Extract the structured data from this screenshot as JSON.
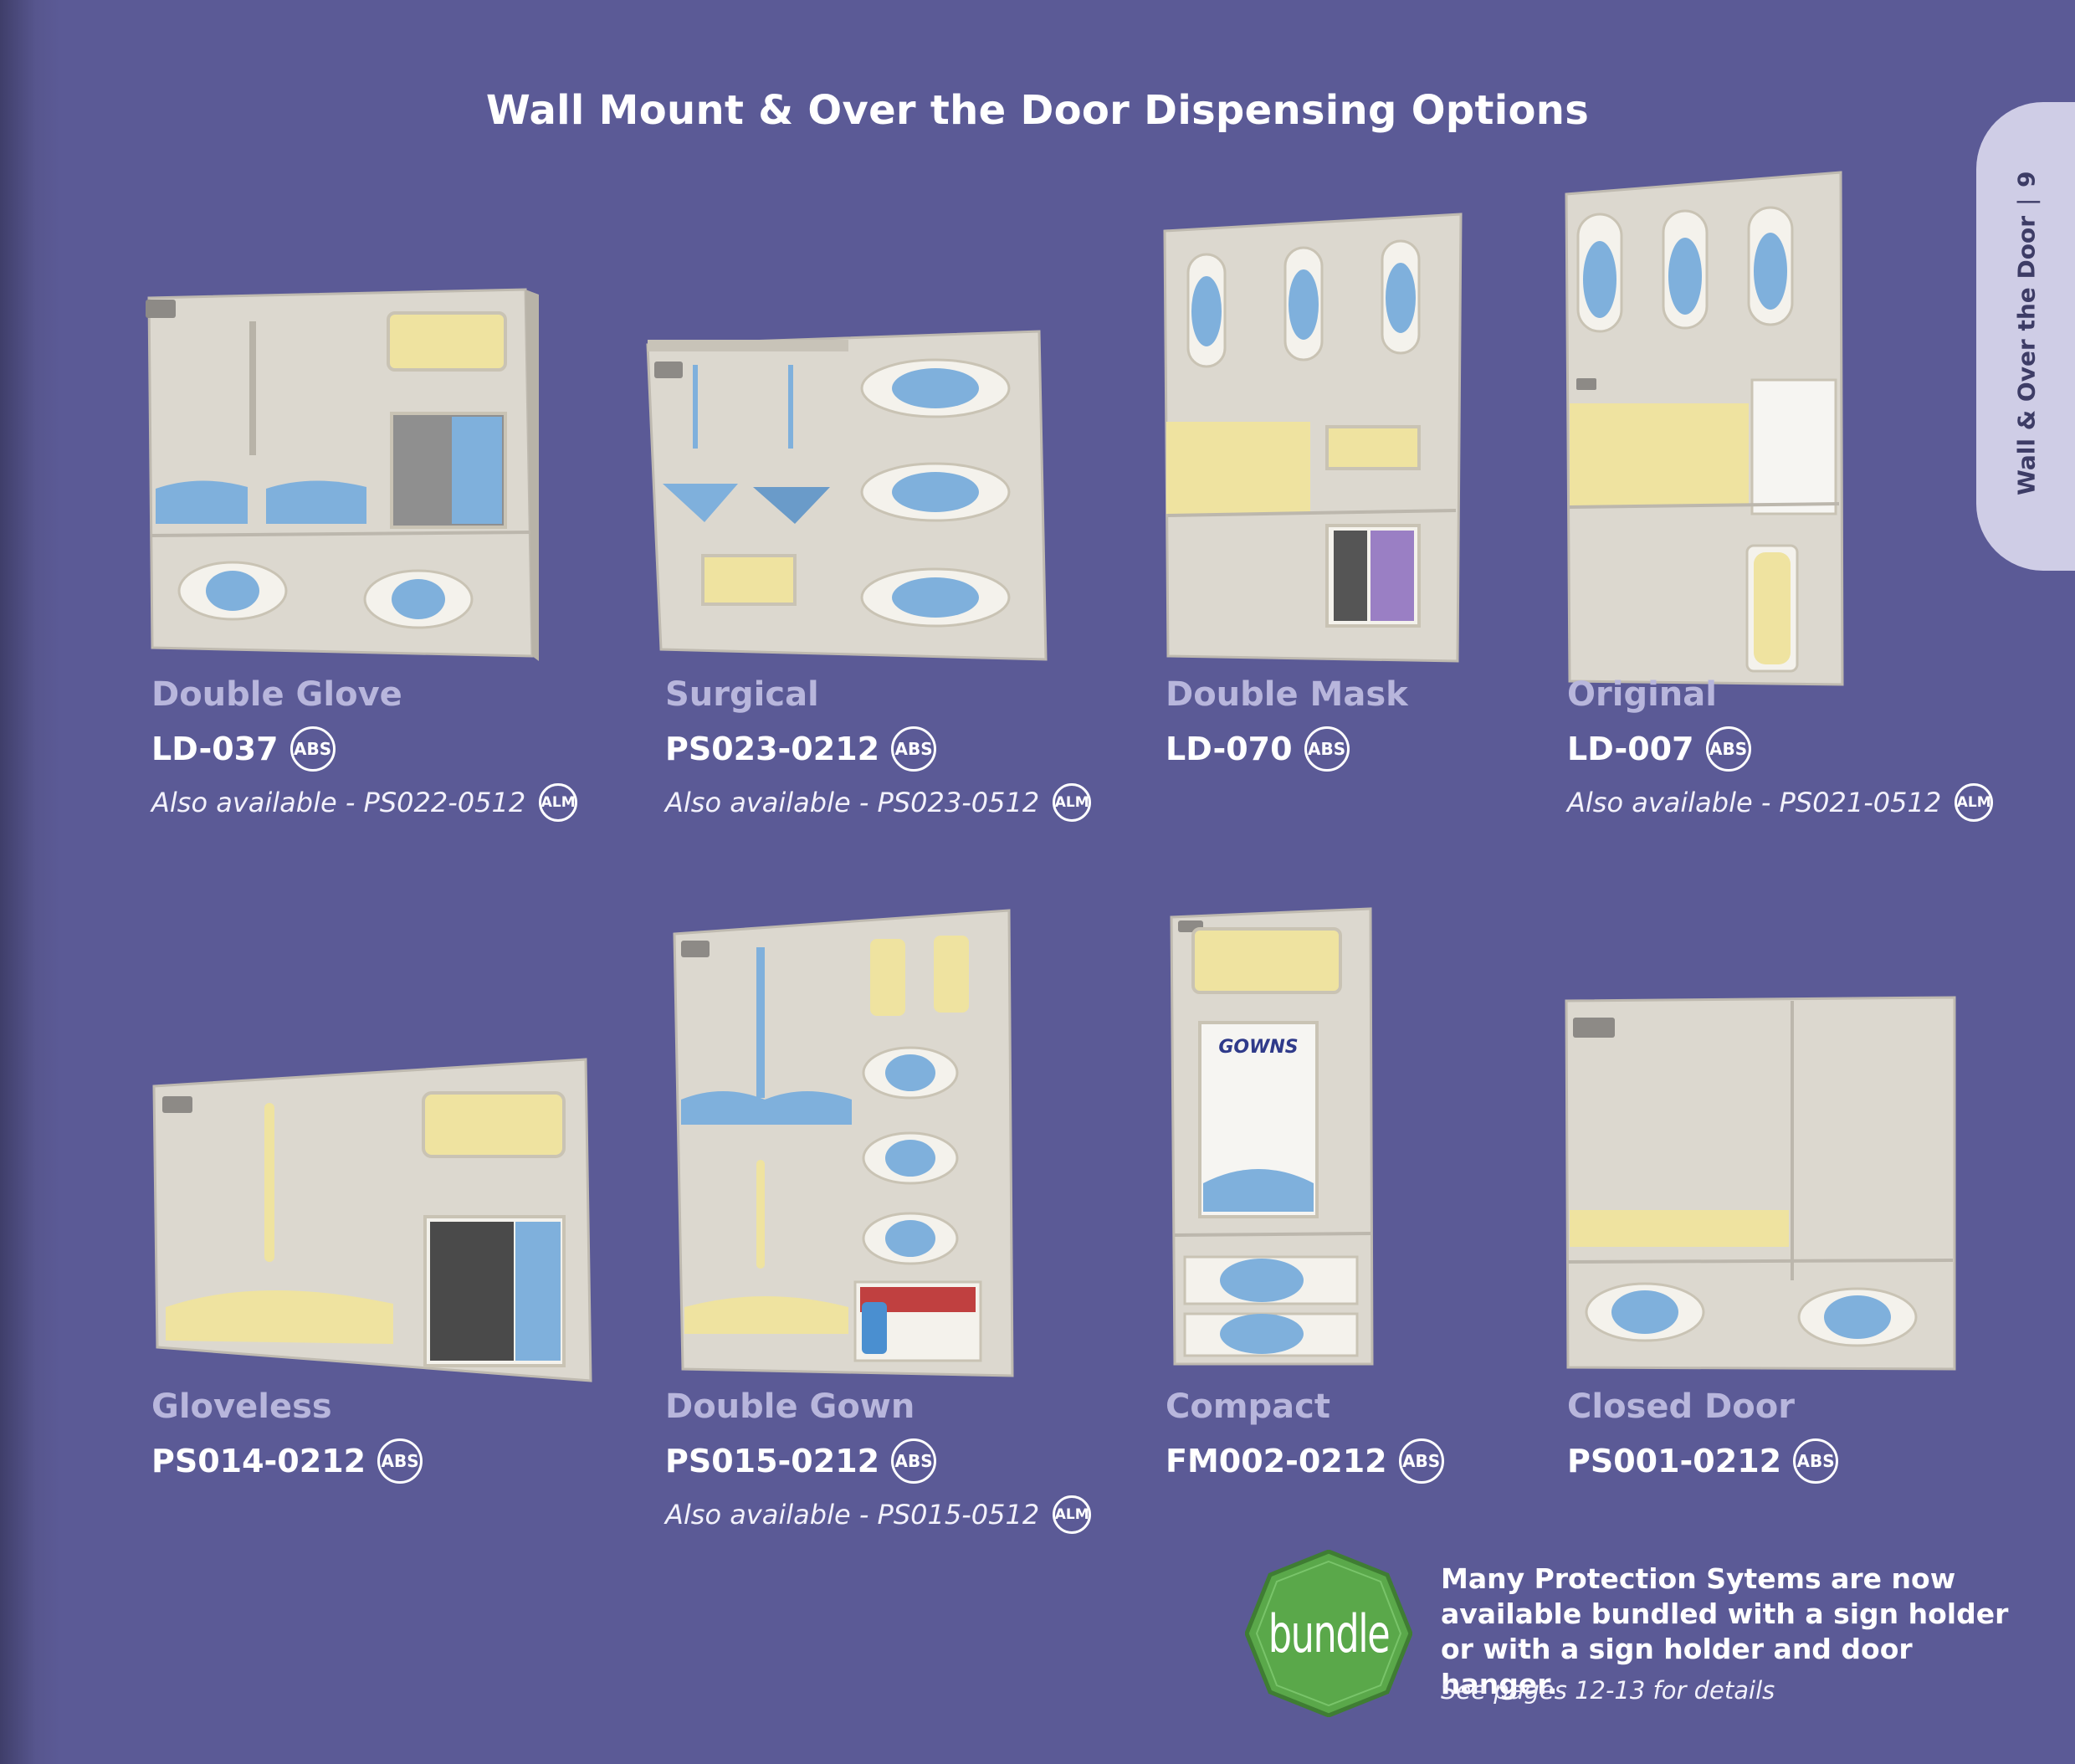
{
  "header": {
    "title": "Wall Mount & Over the Door Dispensing Options"
  },
  "side_tab": {
    "section": "Wall & Over the Door",
    "separator": "|",
    "page_number": "9"
  },
  "products": [
    {
      "name": "Double Glove",
      "code": "LD-037",
      "material": "ABS",
      "also": "Also available - PS022-0512",
      "also_material": "ALM"
    },
    {
      "name": "Surgical",
      "code": "PS023-0212",
      "material": "ABS",
      "also": "Also available - PS023-0512",
      "also_material": "ALM"
    },
    {
      "name": "Double Mask",
      "code": "LD-070",
      "material": "ABS"
    },
    {
      "name": "Original",
      "code": "LD-007",
      "material": "ABS",
      "also": "Also available - PS021-0512",
      "also_material": "ALM"
    },
    {
      "name": "Gloveless",
      "code": "PS014-0212",
      "material": "ABS"
    },
    {
      "name": "Double Gown",
      "code": "PS015-0212",
      "material": "ABS",
      "also": "Also available - PS015-0512",
      "also_material": "ALM"
    },
    {
      "name": "Compact",
      "code": "FM002-0212",
      "material": "ABS",
      "label_text": "GOWNS"
    },
    {
      "name": "Closed Door",
      "code": "PS001-0212",
      "material": "ABS"
    }
  ],
  "bundle": {
    "icon_label": "bundle",
    "text": "Many Protection Sytems are now available bundled with a sign holder or with a sign holder and door hanger.",
    "note": "See pages 12-13 for details"
  },
  "colors": {
    "background": "#5b5a96",
    "product_name": "#b8b6dc",
    "tab": "#cfcde6",
    "bundle_green": "#5aa84a",
    "panel": "#dcd8cf",
    "glove_blue": "#7fb0dc",
    "gown_yellow": "#efe3a0"
  }
}
